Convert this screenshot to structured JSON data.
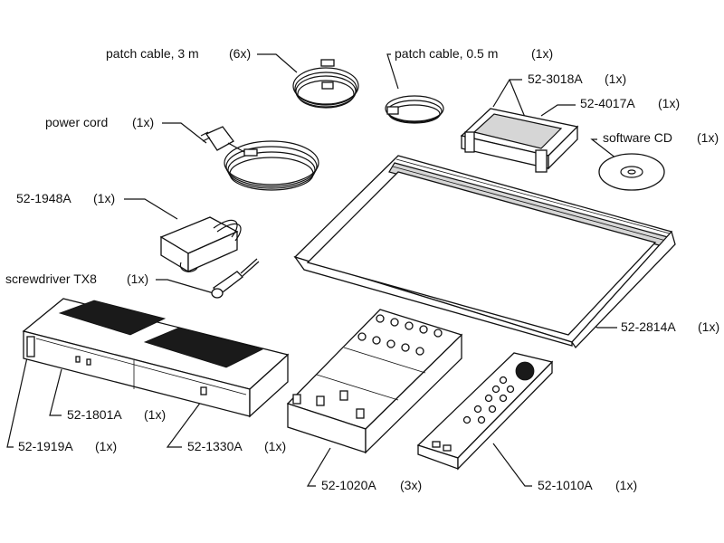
{
  "labels": {
    "patch_cable_3m": "patch cable, 3 m",
    "patch_cable_3m_qty": "(6x)",
    "patch_cable_05m": "patch cable, 0.5 m",
    "patch_cable_05m_qty": "(1x)",
    "p52_3018A": "52-3018A",
    "p52_3018A_qty": "(1x)",
    "p52_4017A": "52-4017A",
    "p52_4017A_qty": "(1x)",
    "power_cord": "power cord",
    "power_cord_qty": "(1x)",
    "software_cd": "software CD",
    "software_cd_qty": "(1x)",
    "p52_1948A": "52-1948A",
    "p52_1948A_qty": "(1x)",
    "screwdriver": "screwdriver TX8",
    "screwdriver_qty": "(1x)",
    "p52_2814A": "52-2814A",
    "p52_2814A_qty": "(1x)",
    "p52_1801A": "52-1801A",
    "p52_1801A_qty": "(1x)",
    "p52_1919A": "52-1919A",
    "p52_1919A_qty": "(1x)",
    "p52_1330A": "52-1330A",
    "p52_1330A_qty": "(1x)",
    "p52_1020A": "52-1020A",
    "p52_1020A_qty": "(3x)",
    "p52_1010A": "52-1010A",
    "p52_1010A_qty": "(1x)"
  }
}
